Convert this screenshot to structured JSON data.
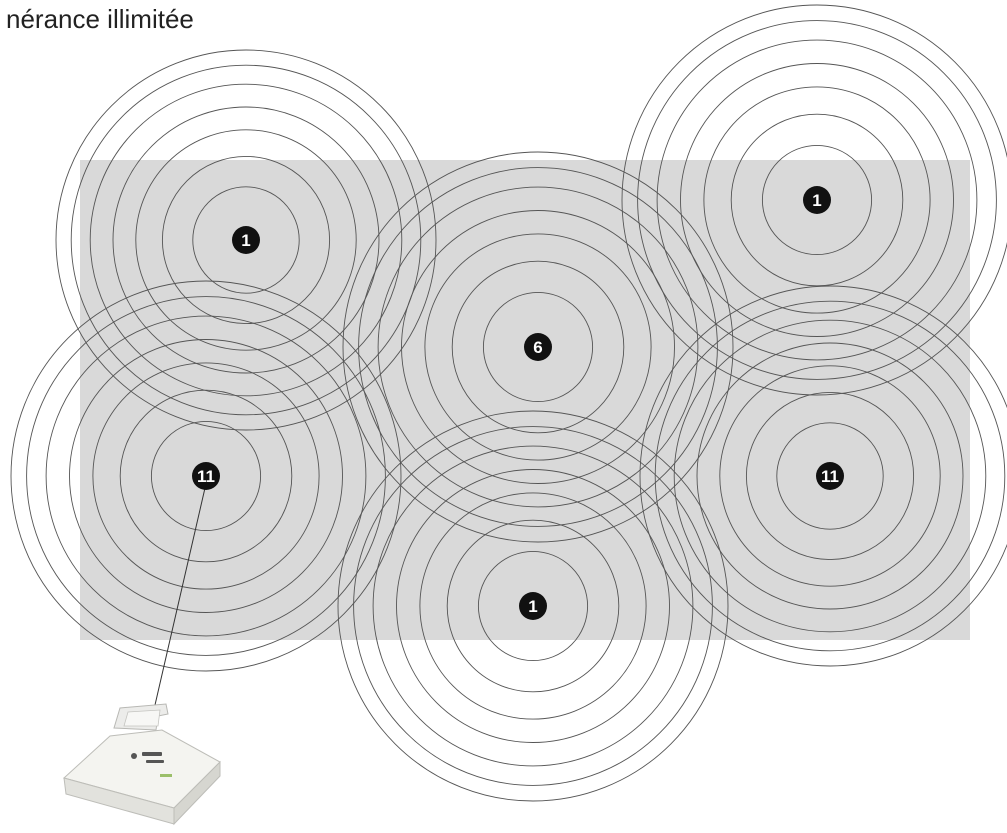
{
  "title": "nérance illimitée",
  "colors": {
    "background": "#ffffff",
    "coverage_area": "#d9d9d9",
    "ring_stroke": "#555555",
    "channel_badge": "#111111",
    "device_body": "#f2f2ee"
  },
  "access_points": [
    {
      "channel": "1"
    },
    {
      "channel": "6"
    },
    {
      "channel": "1"
    },
    {
      "channel": "11"
    },
    {
      "channel": "11"
    },
    {
      "channel": "1"
    }
  ],
  "device": {
    "icon": "wireless-router-icon"
  }
}
